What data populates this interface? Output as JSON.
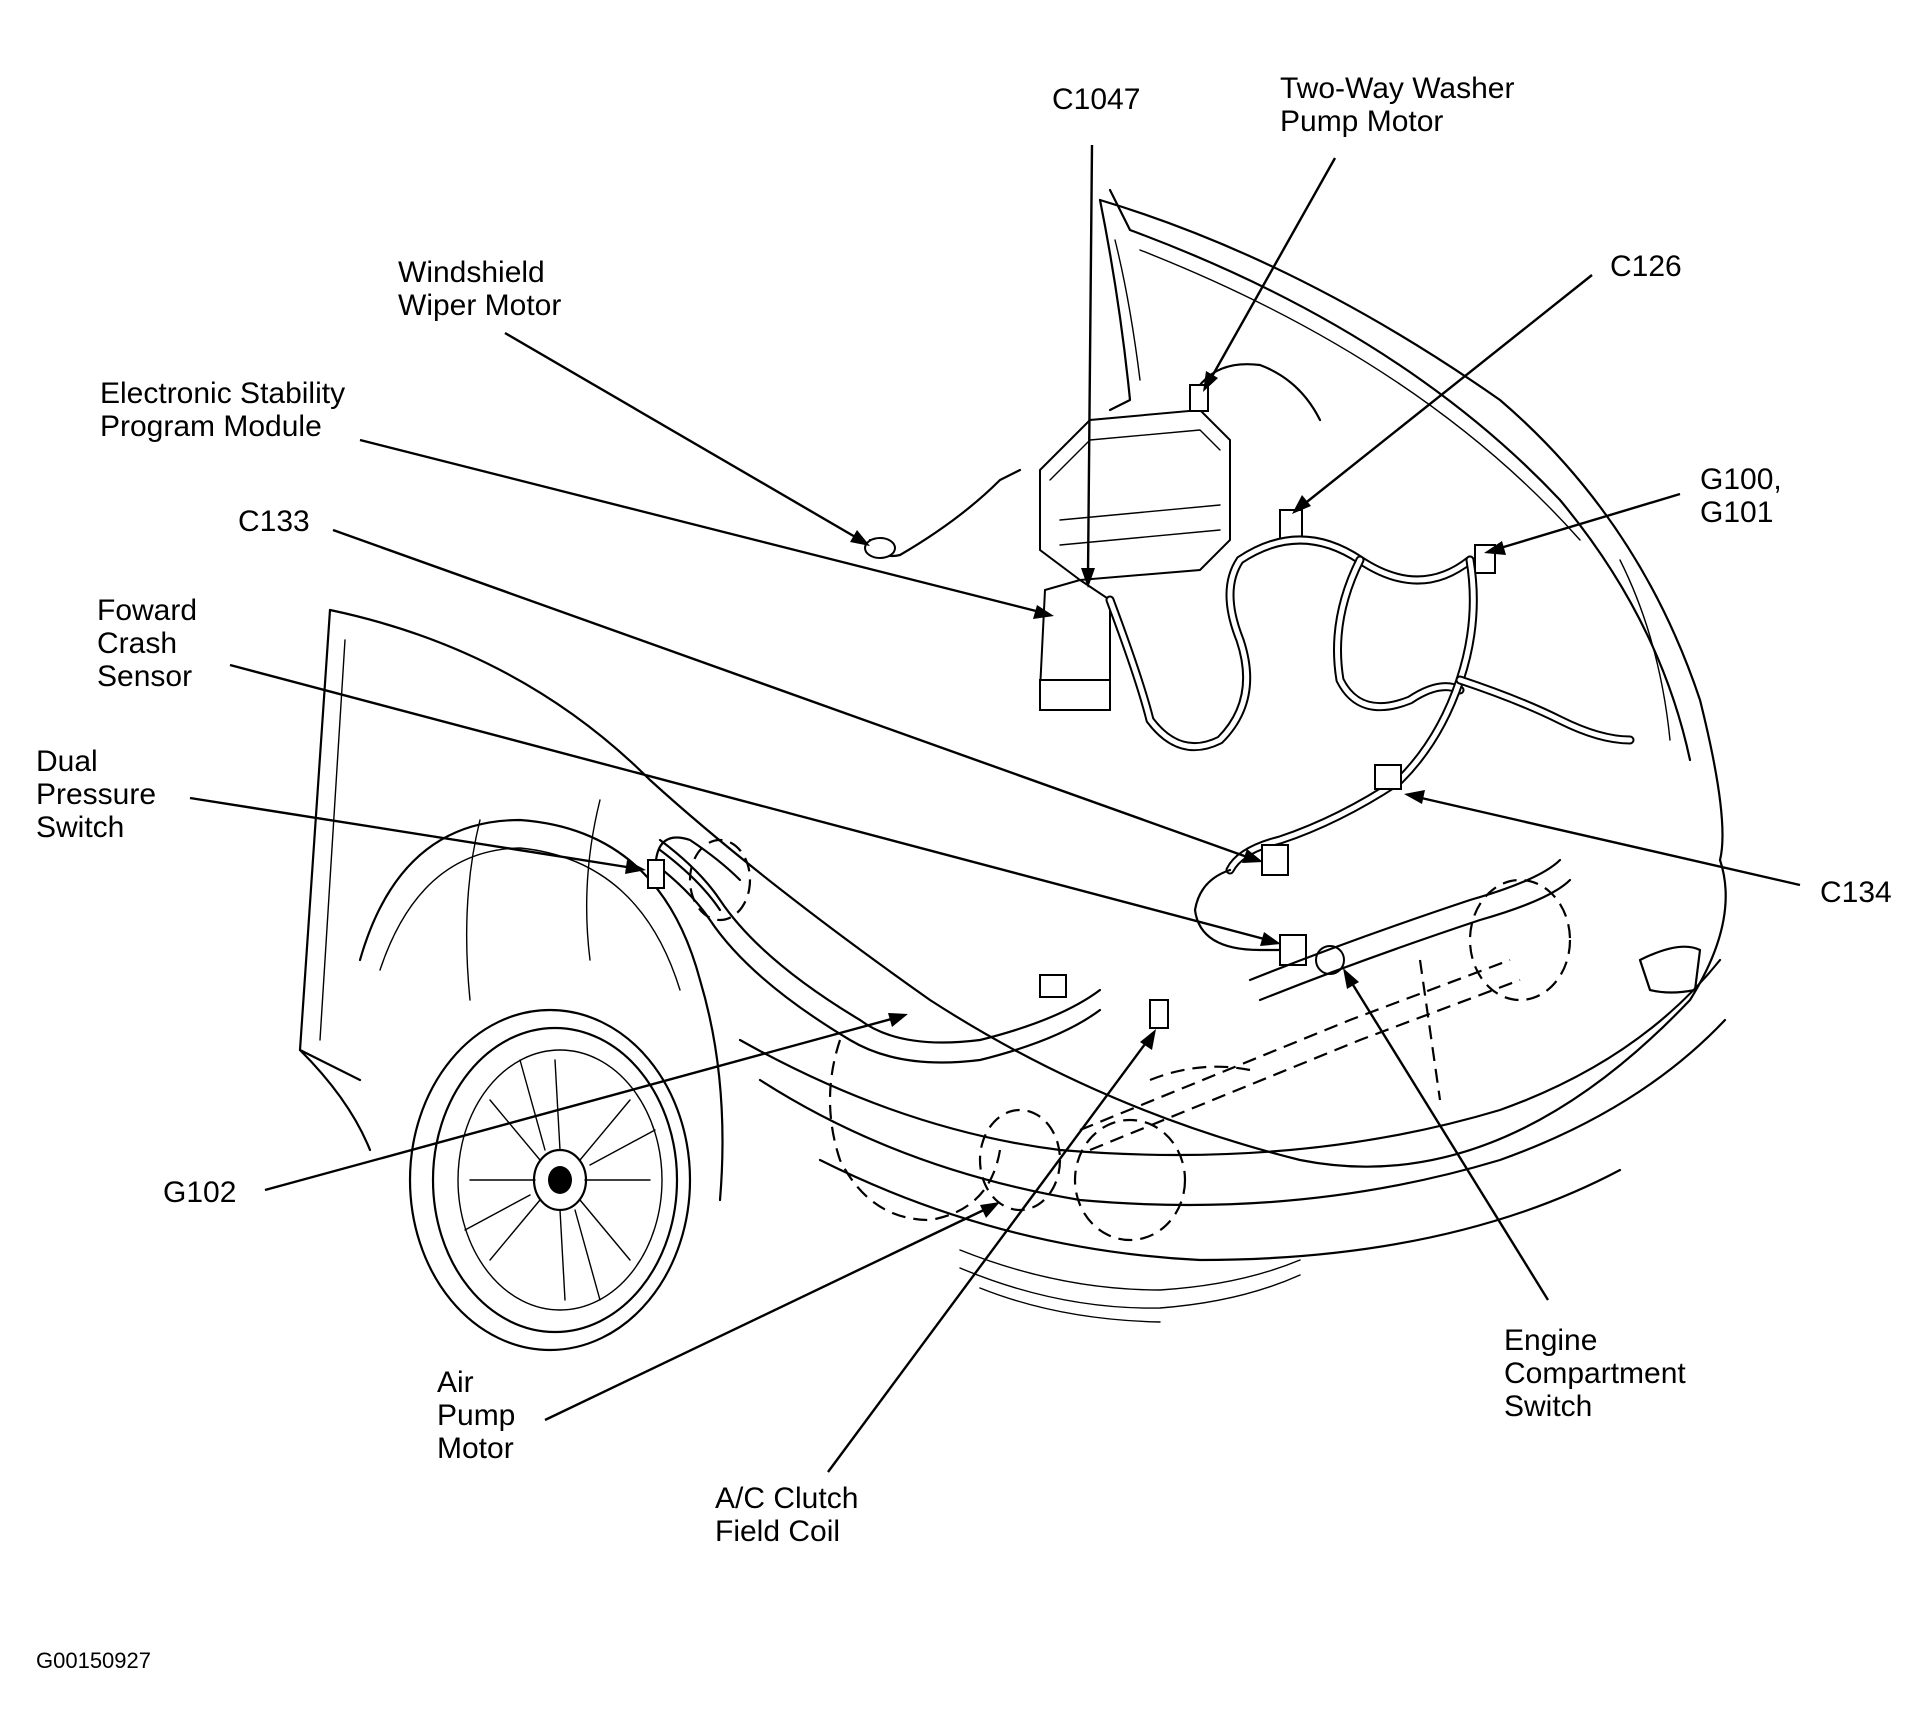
{
  "labels": {
    "c1047": "C1047",
    "washer_pump": "Two-Way Washer\nPump Motor",
    "wiper_motor": "Windshield\nWiper Motor",
    "c126": "C126",
    "esp_module": "Electronic Stability\nProgram Module",
    "g100_g101": "G100,\nG101",
    "c133": "C133",
    "crash_sensor": "Foward\nCrash\nSensor",
    "dual_pressure": "Dual\nPressure\nSwitch",
    "c134": "C134",
    "g102": "G102",
    "engine_switch": "Engine\nCompartment\nSwitch",
    "air_pump": "Air\nPump\nMotor",
    "ac_clutch": "A/C Clutch\nField Coil"
  },
  "figure_code": "G00150927"
}
